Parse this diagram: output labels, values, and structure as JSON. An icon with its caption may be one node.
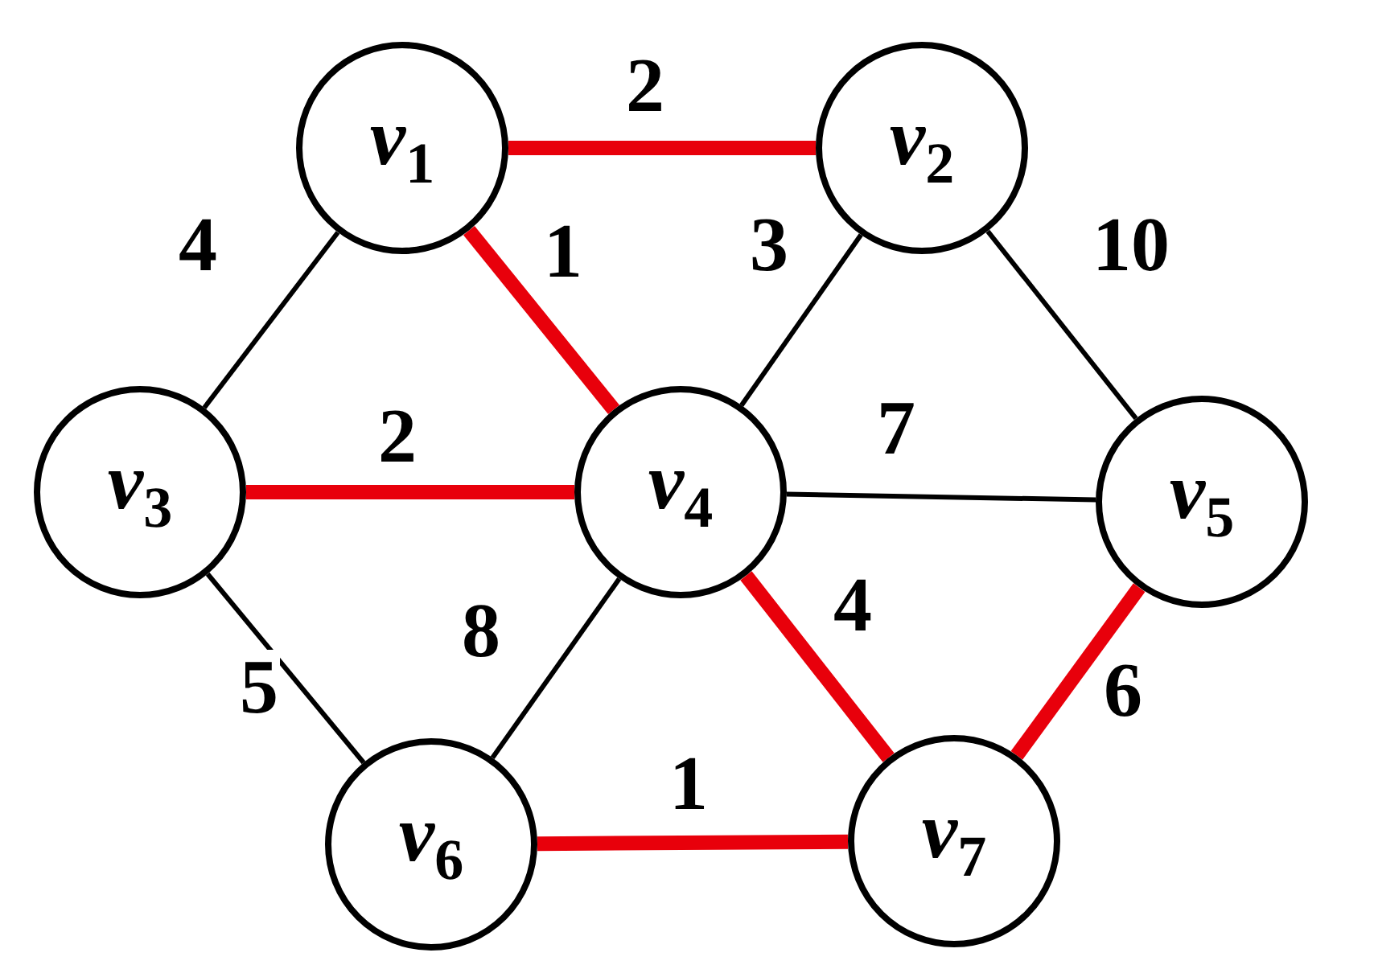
{
  "diagram": {
    "nodes": [
      {
        "text": [
          "*v*$_{1}$"
        ]
      },
      {
        "text": [
          "*v*$_{2}$"
        ]
      },
      {
        "text": [
          "*v*$_{3}$"
        ]
      },
      {
        "text": [
          "*v*$_{4}$"
        ]
      },
      {
        "text": [
          "*v*$_{5}$"
        ]
      },
      {
        "text": [
          "*v*$_{6}$"
        ]
      },
      {
        "text": [
          "*v*$_{7}$"
        ]
      }
    ],
    "edges": [
      {
        "from": 0,
        "to": 1,
        "arrow": "none",
        "label": "2",
        "style": "thick",
        "color": "#e8000b"
      },
      {
        "from": 0,
        "to": 2,
        "arrow": "none",
        "label": "4",
        "color": "#000000"
      },
      {
        "from": 0,
        "to": 3,
        "arrow": "none",
        "label": "1",
        "style": "thick",
        "color": "#e8000b"
      },
      {
        "from": 1,
        "to": 3,
        "arrow": "none",
        "label": "3",
        "color": "#000000"
      },
      {
        "from": 1,
        "to": 4,
        "arrow": "none",
        "label": "10",
        "color": "#000000"
      },
      {
        "from": 2,
        "to": 3,
        "arrow": "none",
        "label": "2",
        "style": "thick",
        "color": "#e8000b"
      },
      {
        "from": 3,
        "to": 4,
        "arrow": "none",
        "label": "7",
        "color": "#000000"
      },
      {
        "from": 2,
        "to": 5,
        "arrow": "none",
        "label": "5",
        "color": "#000000"
      },
      {
        "from": 3,
        "to": 5,
        "arrow": "none",
        "label": "8",
        "color": "#000000"
      },
      {
        "from": 3,
        "to": 6,
        "arrow": "none",
        "label": "4",
        "style": "thick",
        "color": "#e8000b"
      },
      {
        "from": 4,
        "to": 6,
        "arrow": "none",
        "label": "6",
        "style": "thick",
        "color": "#e8000b"
      },
      {
        "from": 5,
        "to": 6,
        "arrow": "none",
        "label": "1",
        "style": "thick",
        "color": "#e8000b"
      }
    ]
  }
}
